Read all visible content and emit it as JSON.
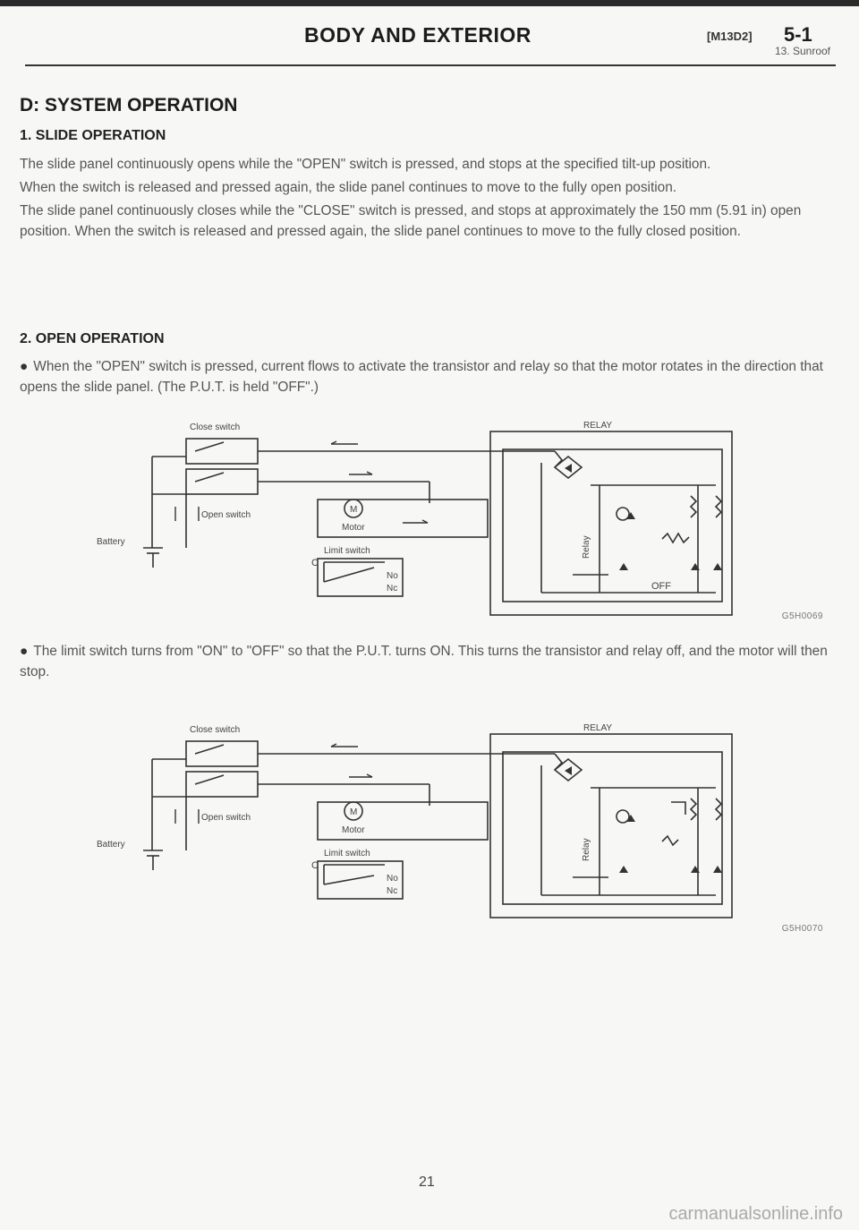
{
  "header": {
    "title": "BODY AND EXTERIOR",
    "code": "[M13D2]",
    "page": "5-1",
    "subtitle": "13. Sunroof"
  },
  "section": {
    "title": "D: SYSTEM OPERATION",
    "sub1": {
      "title": "1. SLIDE OPERATION",
      "paragraphs": [
        "The slide panel continuously opens while the \"OPEN\" switch is pressed, and stops at the specified tilt-up position.",
        "When the switch is released and pressed again, the slide panel continues to move to the fully open position.",
        "The slide panel continuously closes while the \"CLOSE\" switch is pressed, and stops at approximately the 150 mm (5.91 in) open position. When the switch is released and pressed again, the slide panel continues to move to the fully closed position."
      ]
    },
    "sub2": {
      "title": "2. OPEN OPERATION",
      "bullets": [
        "When the \"OPEN\" switch is pressed, current flows to activate the transistor and relay so that the motor rotates in the direction that opens the slide panel. (The P.U.T. is held \"OFF\".)",
        "The limit switch turns from \"ON\" to \"OFF\" so that the P.U.T. turns ON. This turns the transistor and relay off, and the motor will then stop."
      ]
    }
  },
  "diagrams": [
    {
      "labels": {
        "close_switch": "Close switch",
        "open_switch": "Open switch",
        "battery": "Battery",
        "motor": "Motor",
        "motor_symbol": "M",
        "limit_switch": "Limit switch",
        "c": "C",
        "no": "No",
        "nc": "Nc",
        "relay_box": "RELAY",
        "relay_coil": "Relay",
        "off": "OFF"
      },
      "code": "G5H0069"
    },
    {
      "labels": {
        "close_switch": "Close switch",
        "open_switch": "Open switch",
        "battery": "Battery",
        "motor": "Motor",
        "motor_symbol": "M",
        "limit_switch": "Limit switch",
        "c": "C",
        "no": "No",
        "nc": "Nc",
        "relay_box": "RELAY",
        "relay_coil": "Relay"
      },
      "code": "G5H0070"
    }
  ],
  "footer": {
    "page_number": "21",
    "watermark": "carmanualsonline.info"
  }
}
